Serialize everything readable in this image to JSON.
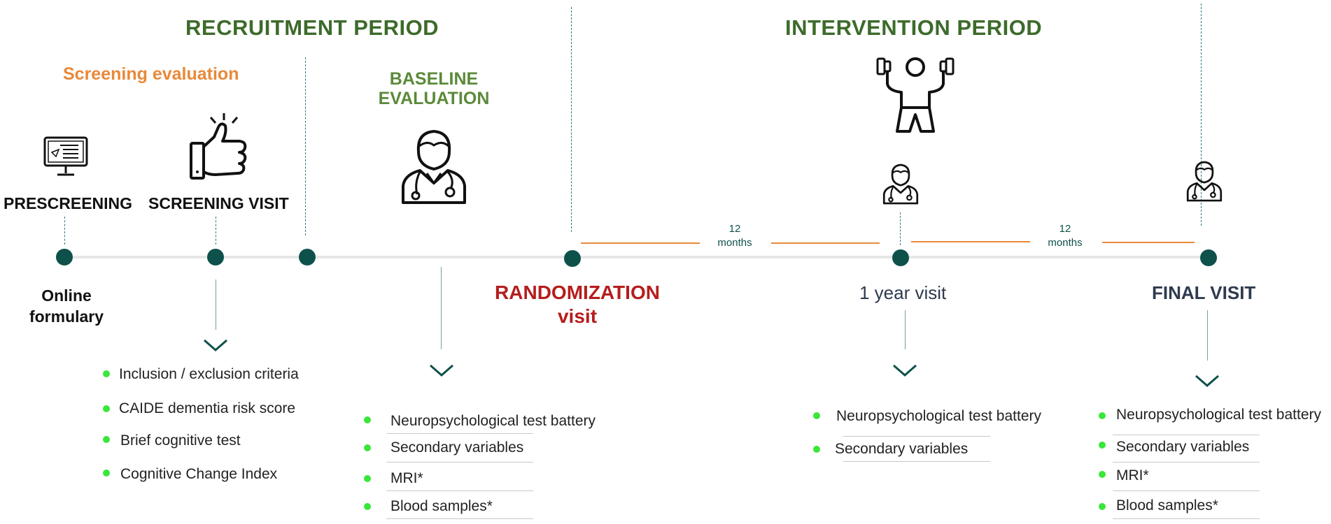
{
  "periods": {
    "recruitment": "RECRUITMENT PERIOD",
    "intervention": "INTERVENTION PERIOD"
  },
  "headings": {
    "screening_evaluation": "Screening evaluation",
    "baseline_line1": "BASELINE",
    "baseline_line2": "EVALUATION"
  },
  "steps": {
    "prescreening": "PRESCREENING",
    "screening_visit": "SCREENING VISIT",
    "online_line1": "Online",
    "online_line2": "formulary",
    "randomization_line1": "RANDOMIZATION",
    "randomization_line2": "visit",
    "year_visit": "1 year visit",
    "final_visit": "FINAL VISIT"
  },
  "durations": {
    "first_number": "12",
    "first_unit": "months",
    "second_number": "12",
    "second_unit": "months"
  },
  "lists": {
    "screening": [
      "Inclusion / exclusion criteria",
      "CAIDE dementia risk score",
      "Brief cognitive test",
      "Cognitive Change Index"
    ],
    "baseline": [
      "Neuropsychological test battery",
      "Secondary variables",
      "MRI*",
      "Blood samples*"
    ],
    "year_visit": [
      "Neuropsychological test battery",
      "Secondary variables"
    ],
    "final_visit": [
      "Neuropsychological test battery",
      "Secondary variables",
      "MRI*",
      "Blood samples*"
    ]
  },
  "icons": [
    "computer-monitor-icon",
    "thumbs-up-icon",
    "doctor-icon",
    "weightlifter-icon"
  ],
  "colors": {
    "period_green": "#3d6b2b",
    "screening_orange": "#e8893a",
    "baseline_green": "#5b8a3a",
    "randomization_red": "#b51d1d",
    "node_teal": "#0e514b",
    "bullet_green": "#39e639",
    "final_navy": "#2e3a4f"
  }
}
